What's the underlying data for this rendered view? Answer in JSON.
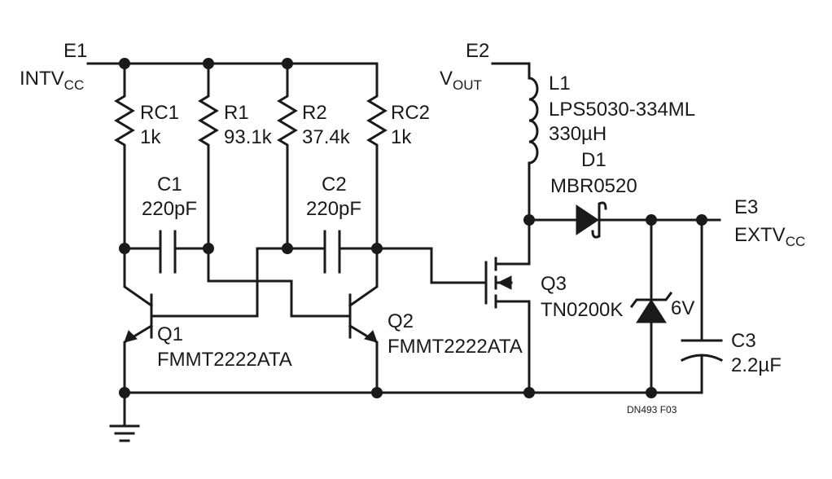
{
  "nodes": {
    "E1": {
      "id": "E1",
      "name": "INTV",
      "sub": "CC"
    },
    "E2": {
      "id": "E2",
      "name": "V",
      "sub": "OUT"
    },
    "E3": {
      "id": "E3",
      "name": "EXTV",
      "sub": "CC"
    }
  },
  "resistors": {
    "RC1": {
      "ref": "RC1",
      "value": "1k"
    },
    "R1": {
      "ref": "R1",
      "value": "93.1k"
    },
    "R2": {
      "ref": "R2",
      "value": "37.4k"
    },
    "RC2": {
      "ref": "RC2",
      "value": "1k"
    }
  },
  "capacitors": {
    "C1": {
      "ref": "C1",
      "value": "220pF"
    },
    "C2": {
      "ref": "C2",
      "value": "220pF"
    },
    "C3": {
      "ref": "C3",
      "value": "2.2µF"
    }
  },
  "inductor": {
    "ref": "L1",
    "part": "LPS5030-334ML",
    "value": "330µH"
  },
  "diode": {
    "ref": "D1",
    "part": "MBR0520"
  },
  "zener": {
    "value": "6V"
  },
  "transistors": {
    "Q1": {
      "ref": "Q1",
      "part": "FMMT2222ATA"
    },
    "Q2": {
      "ref": "Q2",
      "part": "FMMT2222ATA"
    },
    "Q3": {
      "ref": "Q3",
      "part": "TN0200K"
    }
  },
  "figure_id": "DN493 F03"
}
